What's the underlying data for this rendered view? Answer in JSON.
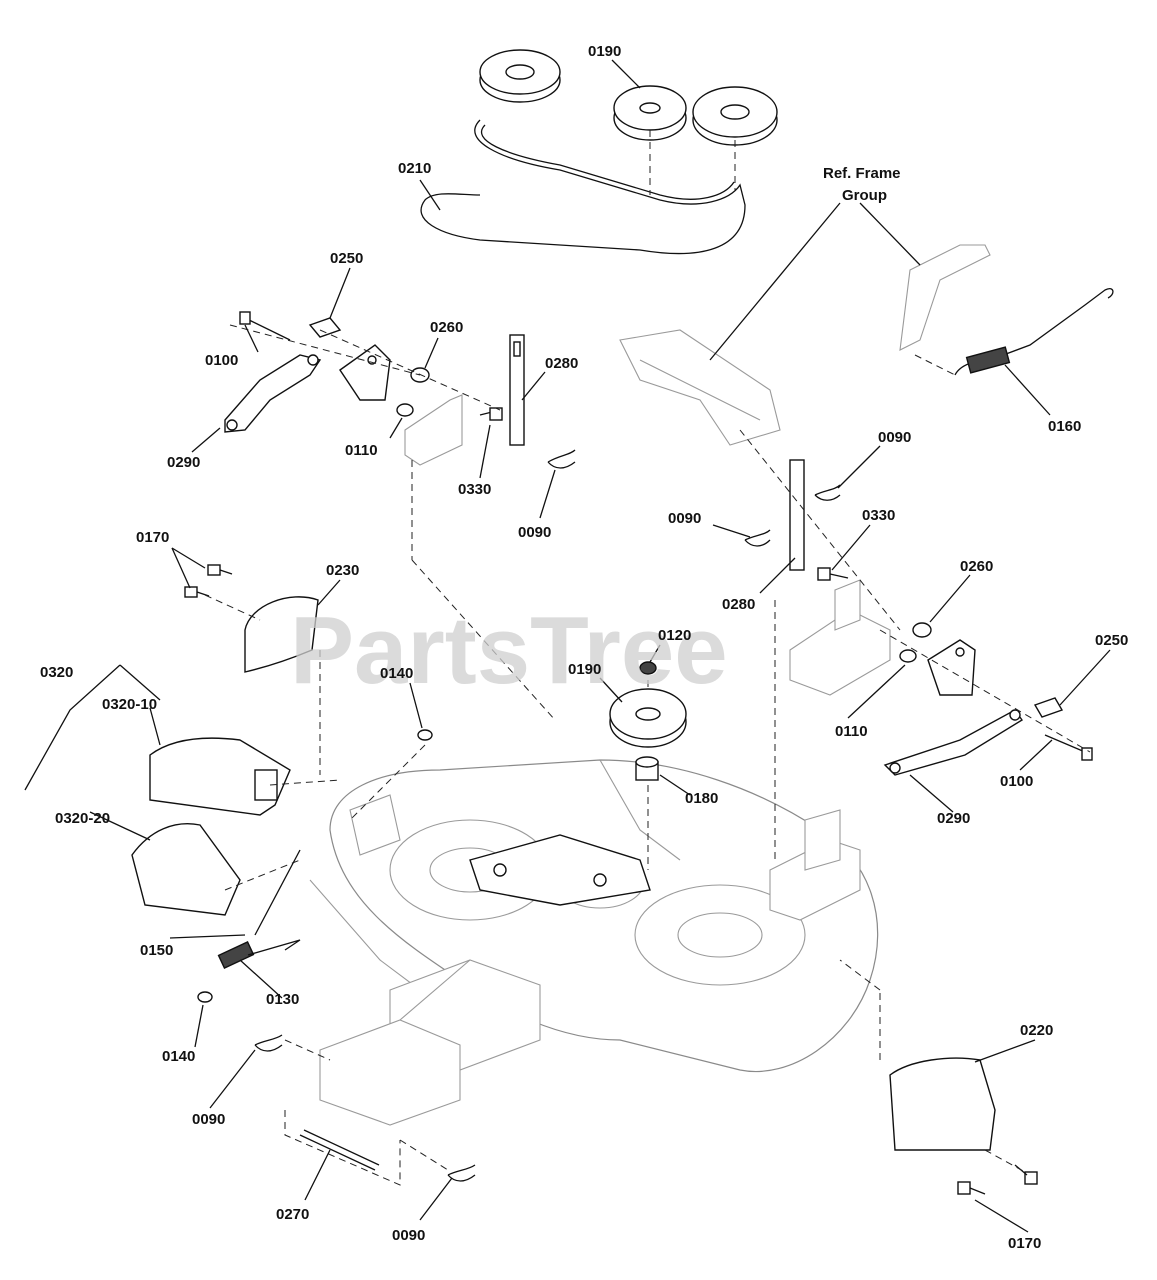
{
  "watermark": "PartsTree",
  "callouts": {
    "c0190_top": "0190",
    "c0210": "0210",
    "ref_frame_line1": "Ref. Frame",
    "ref_frame_line2": "Group",
    "c0250_left": "0250",
    "c0100_left": "0100",
    "c0260_left": "0260",
    "c0280_left": "0280",
    "c0290_left": "0290",
    "c0110_left": "0110",
    "c0330_left": "0330",
    "c0090_a": "0090",
    "c0160": "0160",
    "c0090_b": "0090",
    "c0090_c": "0090",
    "c0330_right": "0330",
    "c0170_top": "0170",
    "c0230": "0230",
    "c0280_right": "0280",
    "c0260_right": "0260",
    "c0120": "0120",
    "c0250_right": "0250",
    "c0320": "0320",
    "c0320_10": "0320-10",
    "c0140_top": "0140",
    "c0190_mid": "0190",
    "c0110_right": "0110",
    "c0100_right": "0100",
    "c0180": "0180",
    "c0290_right": "0290",
    "c0320_20": "0320-20",
    "c0150": "0150",
    "c0130": "0130",
    "c0140_bottom": "0140",
    "c0220": "0220",
    "c0090_d": "0090",
    "c0270": "0270",
    "c0090_e": "0090",
    "c0170_bottom": "0170"
  }
}
